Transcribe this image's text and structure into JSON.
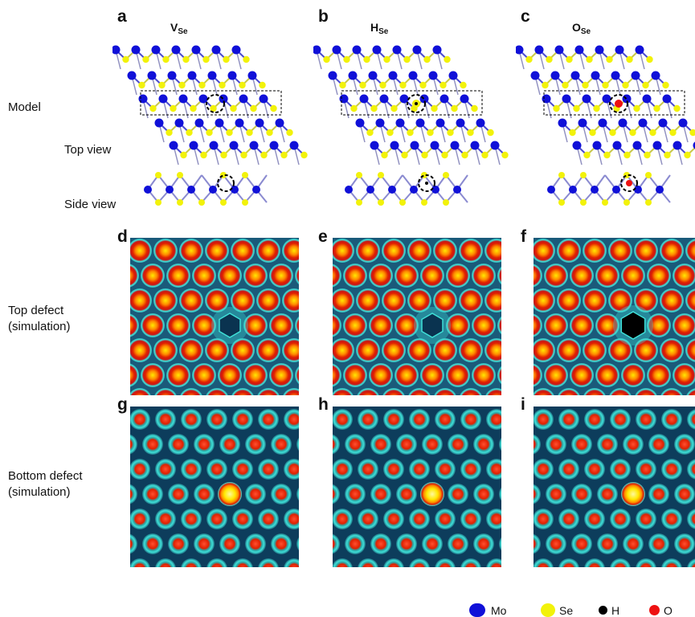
{
  "panel_letters": [
    "a",
    "b",
    "c",
    "d",
    "e",
    "f",
    "g",
    "h",
    "i"
  ],
  "columns": [
    {
      "main": "V",
      "sub": "Se"
    },
    {
      "main": "H",
      "sub": "Se"
    },
    {
      "main": "O",
      "sub": "Se"
    }
  ],
  "row_labels": {
    "model": "Model",
    "top_view": "Top view",
    "side_view": "Side view",
    "top_defect_1": "Top defect",
    "top_defect_2": "(simulation)",
    "bottom_defect_1": "Bottom defect",
    "bottom_defect_2": "(simulation)"
  },
  "legend": [
    {
      "label": "Mo",
      "color": "#1010d8"
    },
    {
      "label": "Se",
      "color": "#f2f20a"
    },
    {
      "label": "H",
      "color": "#000000"
    },
    {
      "label": "O",
      "color": "#ee1111"
    }
  ],
  "colors": {
    "map_background": "#0d3d5c",
    "ring": "#3fe0d8",
    "atom_red": "#e02000",
    "atom_yellow": "#ffe800",
    "defect_dark": "#0a3350",
    "defect_black": "#000000"
  }
}
